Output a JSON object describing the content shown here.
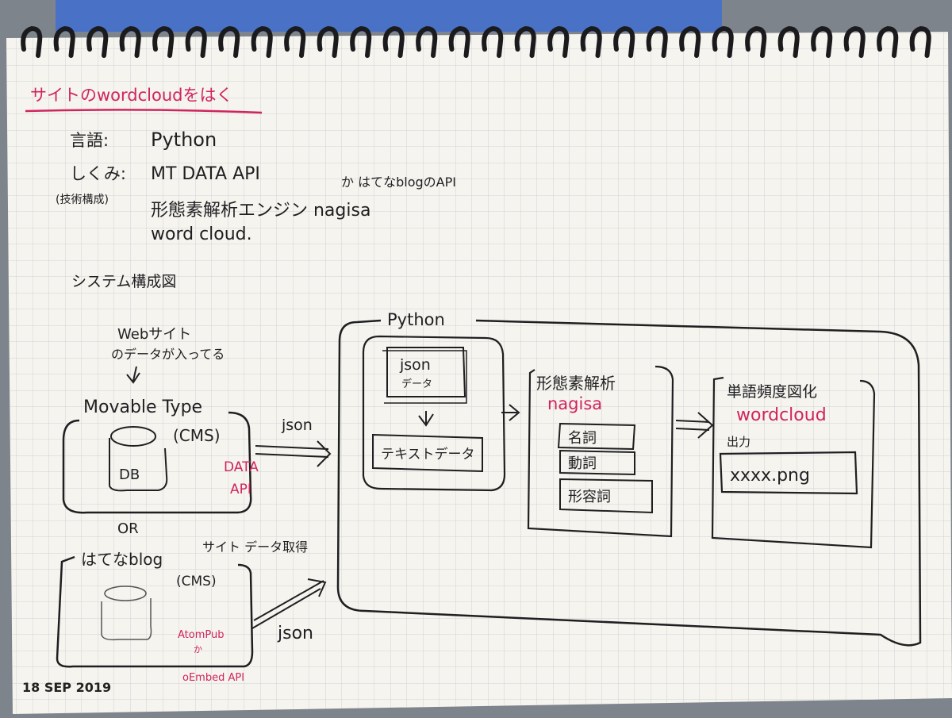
{
  "title": "サイトのwordcloudをはく",
  "specs": {
    "language_label": "言語:",
    "language_value": "Python",
    "mechanism_label": "しくみ:",
    "mechanism_sub": "(技術構成)",
    "mechanism_line1": "MT DATA API",
    "mechanism_line1_alt": "か はてなblogのAPI",
    "mechanism_line2": "形態素解析エンジン nagisa",
    "mechanism_line3": "word cloud."
  },
  "diagram_heading": "システム構成図",
  "web_site_note": {
    "line1": "Webサイト",
    "line2": "のデータが入ってる"
  },
  "movable_type": {
    "name": "Movable Type",
    "cms": "(CMS)",
    "db": "DB",
    "api_line1": "DATA",
    "api_line2": "API"
  },
  "json_label_top": "json",
  "or_label": "OR",
  "site_data_fetch": "サイト データ取得",
  "hatena": {
    "name": "はてなblog",
    "cms": "(CMS)",
    "api_line1": "AtomPub",
    "api_line2": "か",
    "api_line3": "oEmbed API"
  },
  "json_label_bottom": "json",
  "python_label": "Python",
  "json_box": {
    "line1": "json",
    "line2": "データ"
  },
  "text_data": "テキストデータ",
  "morph": {
    "title": "形態素解析",
    "engine": "nagisa",
    "noun": "名詞",
    "verb": "動詞",
    "adjective": "形容詞"
  },
  "wordcloud": {
    "title": "単語頻度図化",
    "lib": "wordcloud",
    "output_label": "出力",
    "output_file": "xxxx.png"
  },
  "date_stamp": "18 SEP 2019",
  "colors": {
    "ink": "#1f1f22",
    "accent": "#d0245f",
    "paper": "#f6f4ee",
    "grid": "#cfd3d8"
  }
}
